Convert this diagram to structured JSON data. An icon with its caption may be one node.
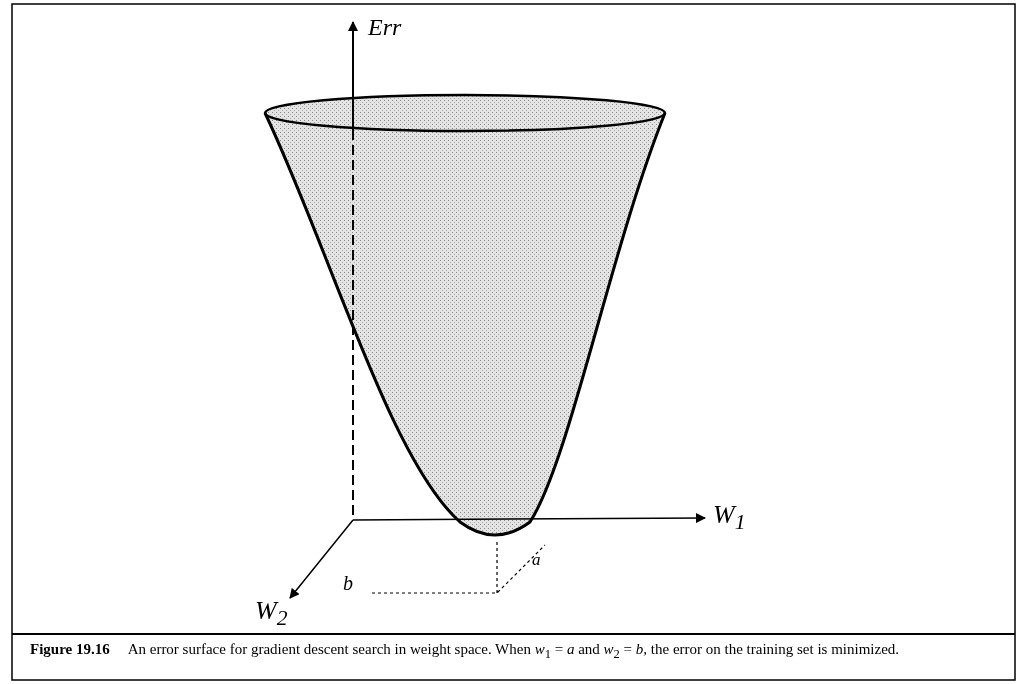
{
  "diagram": {
    "caption": "**Figure 19.16**     An error surface for gradient descent search in weight space. When *w*$_{1}$ = *a* and *w*$_{2}$ = *b,* the error on the training set is minimized.",
    "labels": [
      "Err",
      "W$_{1}$",
      "a",
      "b",
      "W$_{2}$"
    ]
  }
}
